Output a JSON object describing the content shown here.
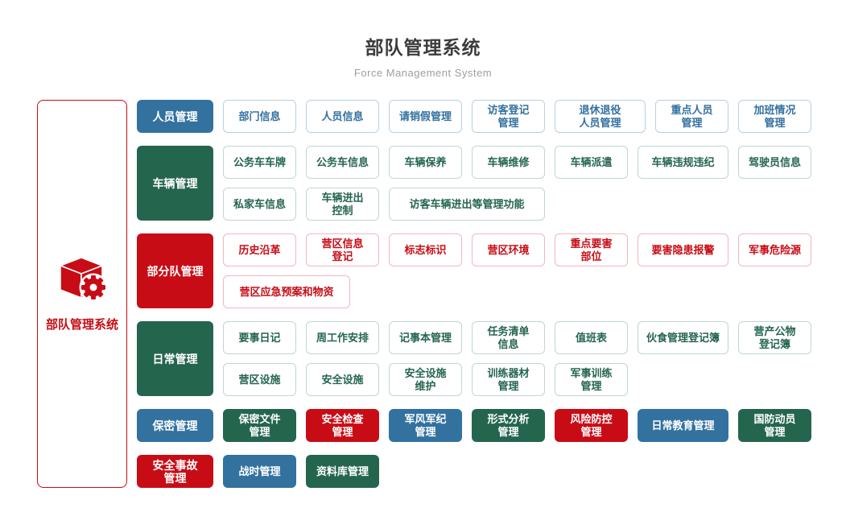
{
  "title": "部队管理系统",
  "subtitle": "Force Management System",
  "root": {
    "label": "部队管理系统",
    "icon": "cube-gear-icon"
  },
  "colors": {
    "blue": "#33719f",
    "green": "#24654e",
    "red": "#c80c15",
    "blue_light": "#b7d0e2",
    "green_light": "#bed8cc",
    "red_light": "#f2b6bb",
    "title_text": "#3c3c3c",
    "subtitle_text": "#9e9e9e"
  },
  "rows": [
    {
      "label": "人员管理",
      "color": "blue",
      "items": [
        {
          "label": "部门信息",
          "size": "s"
        },
        {
          "label": "人员信息",
          "size": "s"
        },
        {
          "label": "请销假管理",
          "size": "s"
        },
        {
          "label": "访客登记\n管理",
          "size": "s"
        },
        {
          "label": "退休退役\n人员管理",
          "size": "m"
        },
        {
          "label": "重点人员\n管理",
          "size": "s"
        },
        {
          "label": "加班情况\n管理",
          "size": "s"
        }
      ]
    },
    {
      "label": "车辆管理",
      "color": "green",
      "items": [
        {
          "label": "公务车车牌",
          "size": "s"
        },
        {
          "label": "公务车信息",
          "size": "s"
        },
        {
          "label": "车辆保养",
          "size": "s"
        },
        {
          "label": "车辆维修",
          "size": "s"
        },
        {
          "label": "车辆派遣",
          "size": "s"
        },
        {
          "label": "车辆违规违纪",
          "size": "m"
        },
        {
          "label": "驾驶员信息",
          "size": "s"
        },
        {
          "label": "私家车信息",
          "size": "s"
        },
        {
          "label": "车辆进出\n控制",
          "size": "s"
        },
        {
          "label": "访客车辆进出等管理功能",
          "size": "xl"
        }
      ]
    },
    {
      "label": "部分队管理",
      "color": "red",
      "items": [
        {
          "label": "历史沿革",
          "size": "s"
        },
        {
          "label": "营区信息\n登记",
          "size": "s"
        },
        {
          "label": "标志标识",
          "size": "s"
        },
        {
          "label": "营区环境",
          "size": "s"
        },
        {
          "label": "重点要害\n部位",
          "size": "s"
        },
        {
          "label": "要害隐患报警",
          "size": "m"
        },
        {
          "label": "军事危险源",
          "size": "s"
        },
        {
          "label": "营区应急预案和物资",
          "size": "l"
        }
      ]
    },
    {
      "label": "日常管理",
      "color": "green",
      "items": [
        {
          "label": "要事日记",
          "size": "s"
        },
        {
          "label": "周工作安排",
          "size": "s"
        },
        {
          "label": "记事本管理",
          "size": "s"
        },
        {
          "label": "任务清单\n信息",
          "size": "s"
        },
        {
          "label": "值班表",
          "size": "s"
        },
        {
          "label": "伙食管理登记簿",
          "size": "m"
        },
        {
          "label": "营产公物\n登记簿",
          "size": "s"
        },
        {
          "label": "营区设施",
          "size": "s"
        },
        {
          "label": "安全设施",
          "size": "s"
        },
        {
          "label": "安全设施\n维护",
          "size": "s"
        },
        {
          "label": "训练器材\n管理",
          "size": "s"
        },
        {
          "label": "军事训练\n管理",
          "size": "s"
        }
      ]
    },
    {
      "label": "保密管理",
      "color": "blue",
      "items": [
        {
          "label": "保密文件\n管理",
          "size": "s",
          "style": "solid",
          "color": "green"
        },
        {
          "label": "安全检查\n管理",
          "size": "s",
          "style": "solid",
          "color": "red"
        },
        {
          "label": "军风军纪\n管理",
          "size": "s",
          "style": "solid",
          "color": "blue"
        },
        {
          "label": "形式分析\n管理",
          "size": "s",
          "style": "solid",
          "color": "green"
        },
        {
          "label": "风险防控\n管理",
          "size": "s",
          "style": "solid",
          "color": "red"
        },
        {
          "label": "日常教育管理",
          "size": "m",
          "style": "solid",
          "color": "blue"
        },
        {
          "label": "国防动员\n管理",
          "size": "s",
          "style": "solid",
          "color": "green"
        }
      ]
    },
    {
      "label": "安全事故\n管理",
      "color": "red",
      "items": [
        {
          "label": "战时管理",
          "size": "s",
          "style": "solid",
          "color": "blue"
        },
        {
          "label": "资料库管理",
          "size": "s",
          "style": "solid",
          "color": "green"
        }
      ]
    }
  ]
}
